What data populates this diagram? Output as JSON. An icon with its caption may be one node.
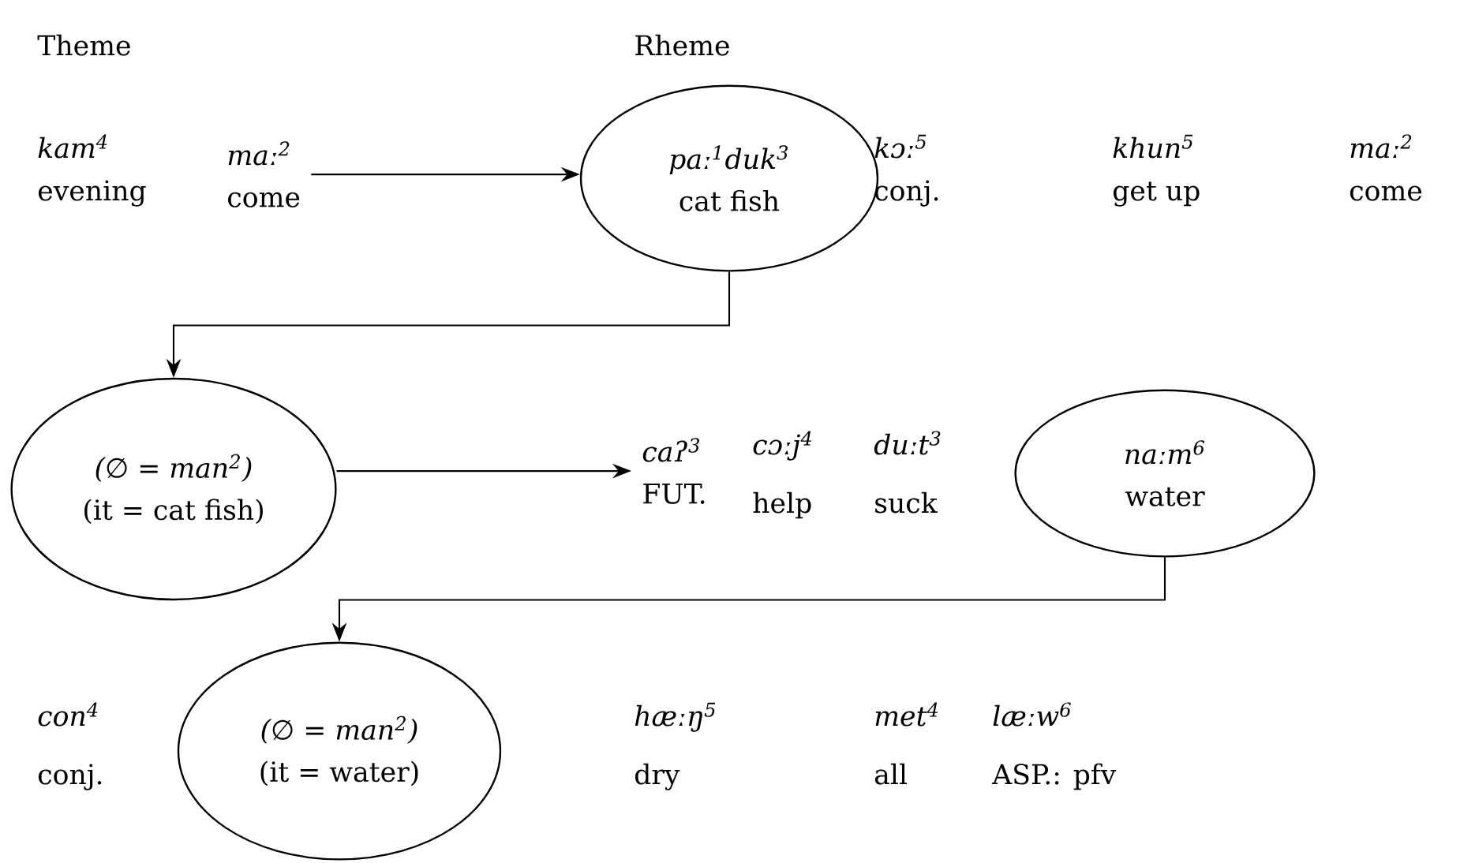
{
  "diagram": {
    "nodes": [
      {
        "text": [
          "maː$^{2}$",
          "come"
        ]
      },
      {
        "text": [
          "paː$^{1}$duk$^{3}$",
          "cat fish"
        ]
      },
      {
        "text": [
          "(∅ = man$^{2}$)",
          "(it = cat fish)"
        ]
      },
      {
        "text": [
          "caʔ$^{3}$",
          "FUT."
        ]
      },
      {
        "text": [
          "naːm$^{6}$",
          "water"
        ]
      },
      {
        "text": [
          "(∅ = man$^{2}$)",
          "(it = water)"
        ]
      }
    ],
    "edges": [
      {
        "from": 0,
        "to": 1,
        "arrow": "to"
      },
      {
        "from": 1,
        "to": 2,
        "arrow": "to"
      },
      {
        "from": 2,
        "to": 3,
        "arrow": "to"
      },
      {
        "from": 4,
        "to": 5,
        "arrow": "to"
      }
    ],
    "labels": [
      "Theme",
      "Rheme",
      "kam$^{4}$",
      "evening",
      "kɔː$^{5}$",
      "conj.",
      "khun$^{5}$",
      "get up",
      "maː$^{2}$",
      "come",
      "cɔːj$^{4}$",
      "help",
      "duːt$^{3}$",
      "suck",
      "con$^{4}$",
      "conj.",
      "hæːŋ$^{5}$",
      "dry",
      "met$^{4}$",
      "all",
      "læːw$^{6}$",
      "ASP.: pfv"
    ]
  }
}
